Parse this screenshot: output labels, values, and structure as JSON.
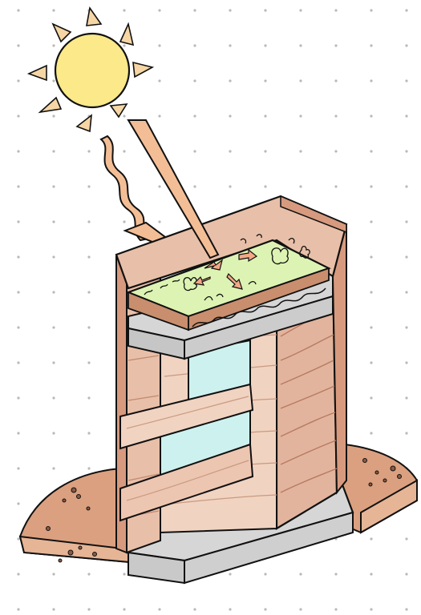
{
  "diagram": {
    "elements": [
      {
        "name": "sun-icon"
      },
      {
        "name": "incoming-solar-ray"
      },
      {
        "name": "reflected-heat-wave"
      },
      {
        "name": "green-roof-layer"
      },
      {
        "name": "roof-slab"
      },
      {
        "name": "rammed-earth-wall"
      },
      {
        "name": "window-glazing-upper"
      },
      {
        "name": "window-glazing-lower"
      },
      {
        "name": "floor-slab"
      },
      {
        "name": "ground-soil-left"
      },
      {
        "name": "ground-soil-right"
      }
    ],
    "colors": {
      "sun_fill": "#FBE98A",
      "ray": "#F3BE96",
      "earth_light": "#F1D3C1",
      "earth_mid": "#E2B49D",
      "earth_dark": "#D79A7E",
      "ground": "#DBA07F",
      "roof_green": "#DDF3B3",
      "glazing": "#CDF1EE",
      "slab_grey": "#D6D6D6",
      "outline": "#111111"
    }
  }
}
